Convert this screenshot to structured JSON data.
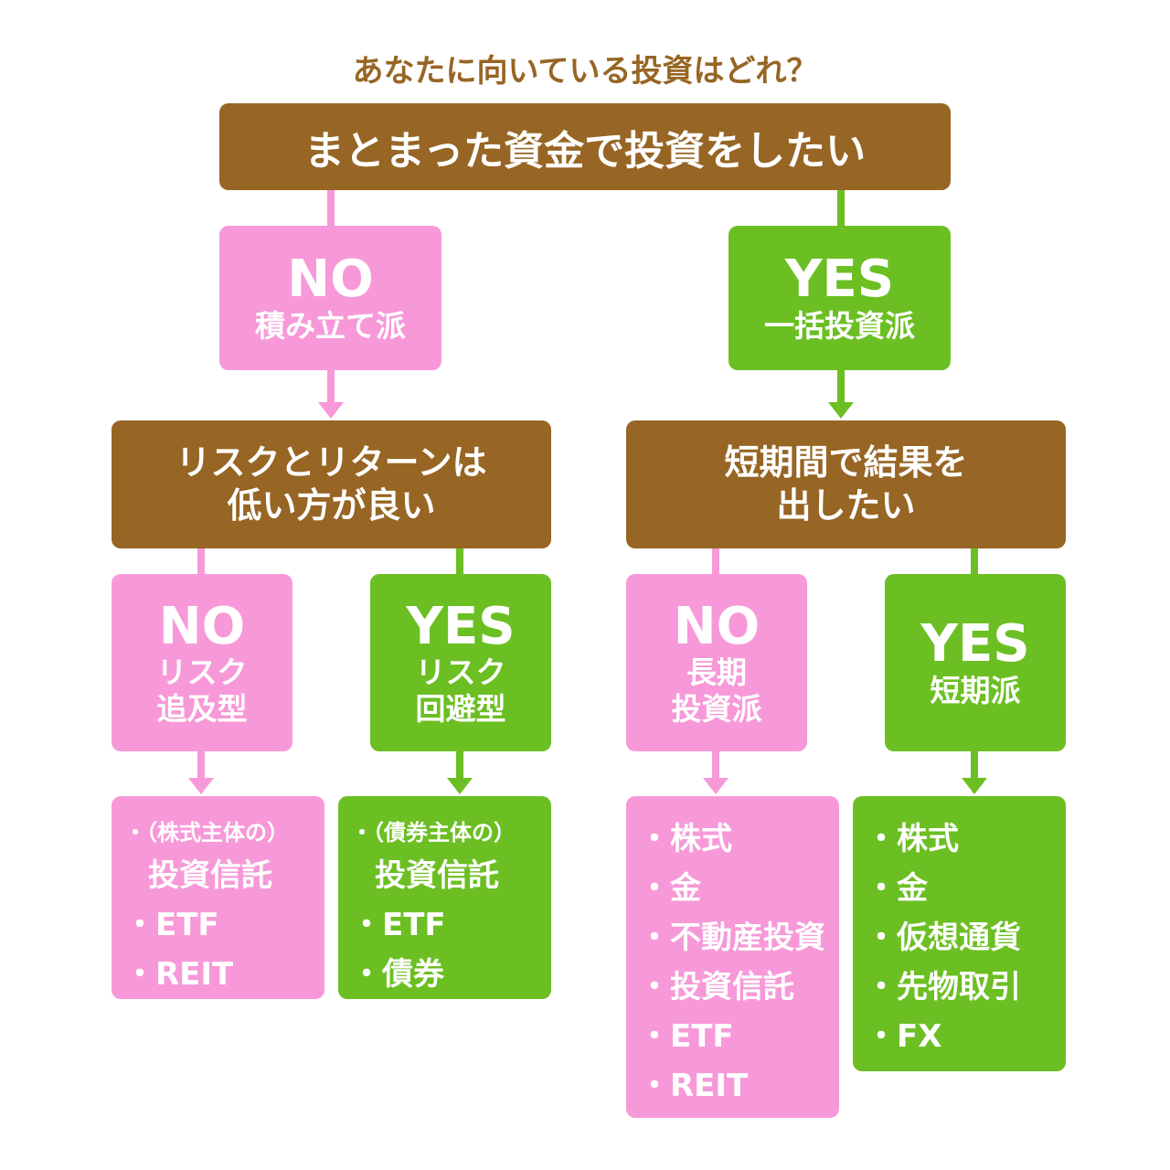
{
  "title": "あなたに向いている投資はどれ？",
  "colors": {
    "brown": "#976524",
    "pink": "#f799d8",
    "green": "#6bbf22"
  },
  "q1": "まとまった資金で投資をしたい",
  "q1_no": {
    "label": "NO",
    "type": "積み立て派"
  },
  "q1_yes": {
    "label": "YES",
    "type": "一括投資派"
  },
  "q2_left": {
    "line1": "リスクとリターンは",
    "line2": "低い方が良い"
  },
  "q2_right": {
    "line1": "短期間で結果を",
    "line2": "出したい"
  },
  "left_no": {
    "label": "NO",
    "line1": "リスク",
    "line2": "追及型"
  },
  "left_yes": {
    "label": "YES",
    "line1": "リスク",
    "line2": "回避型"
  },
  "right_no": {
    "label": "NO",
    "line1": "長期",
    "line2": "投資派"
  },
  "right_yes": {
    "label": "YES",
    "line1": "短期派"
  },
  "list_left_no": {
    "note": "（株式主体の）",
    "items": [
      "投資信託",
      "ETF",
      "REIT"
    ]
  },
  "list_left_yes": {
    "note": "（債券主体の）",
    "items": [
      "投資信託",
      "ETF",
      "債券"
    ]
  },
  "list_right_no": {
    "items": [
      "株式",
      "金",
      "不動産投資",
      "投資信託",
      "ETF",
      "REIT"
    ]
  },
  "list_right_yes": {
    "items": [
      "株式",
      "金",
      "仮想通貨",
      "先物取引",
      "FX"
    ]
  }
}
